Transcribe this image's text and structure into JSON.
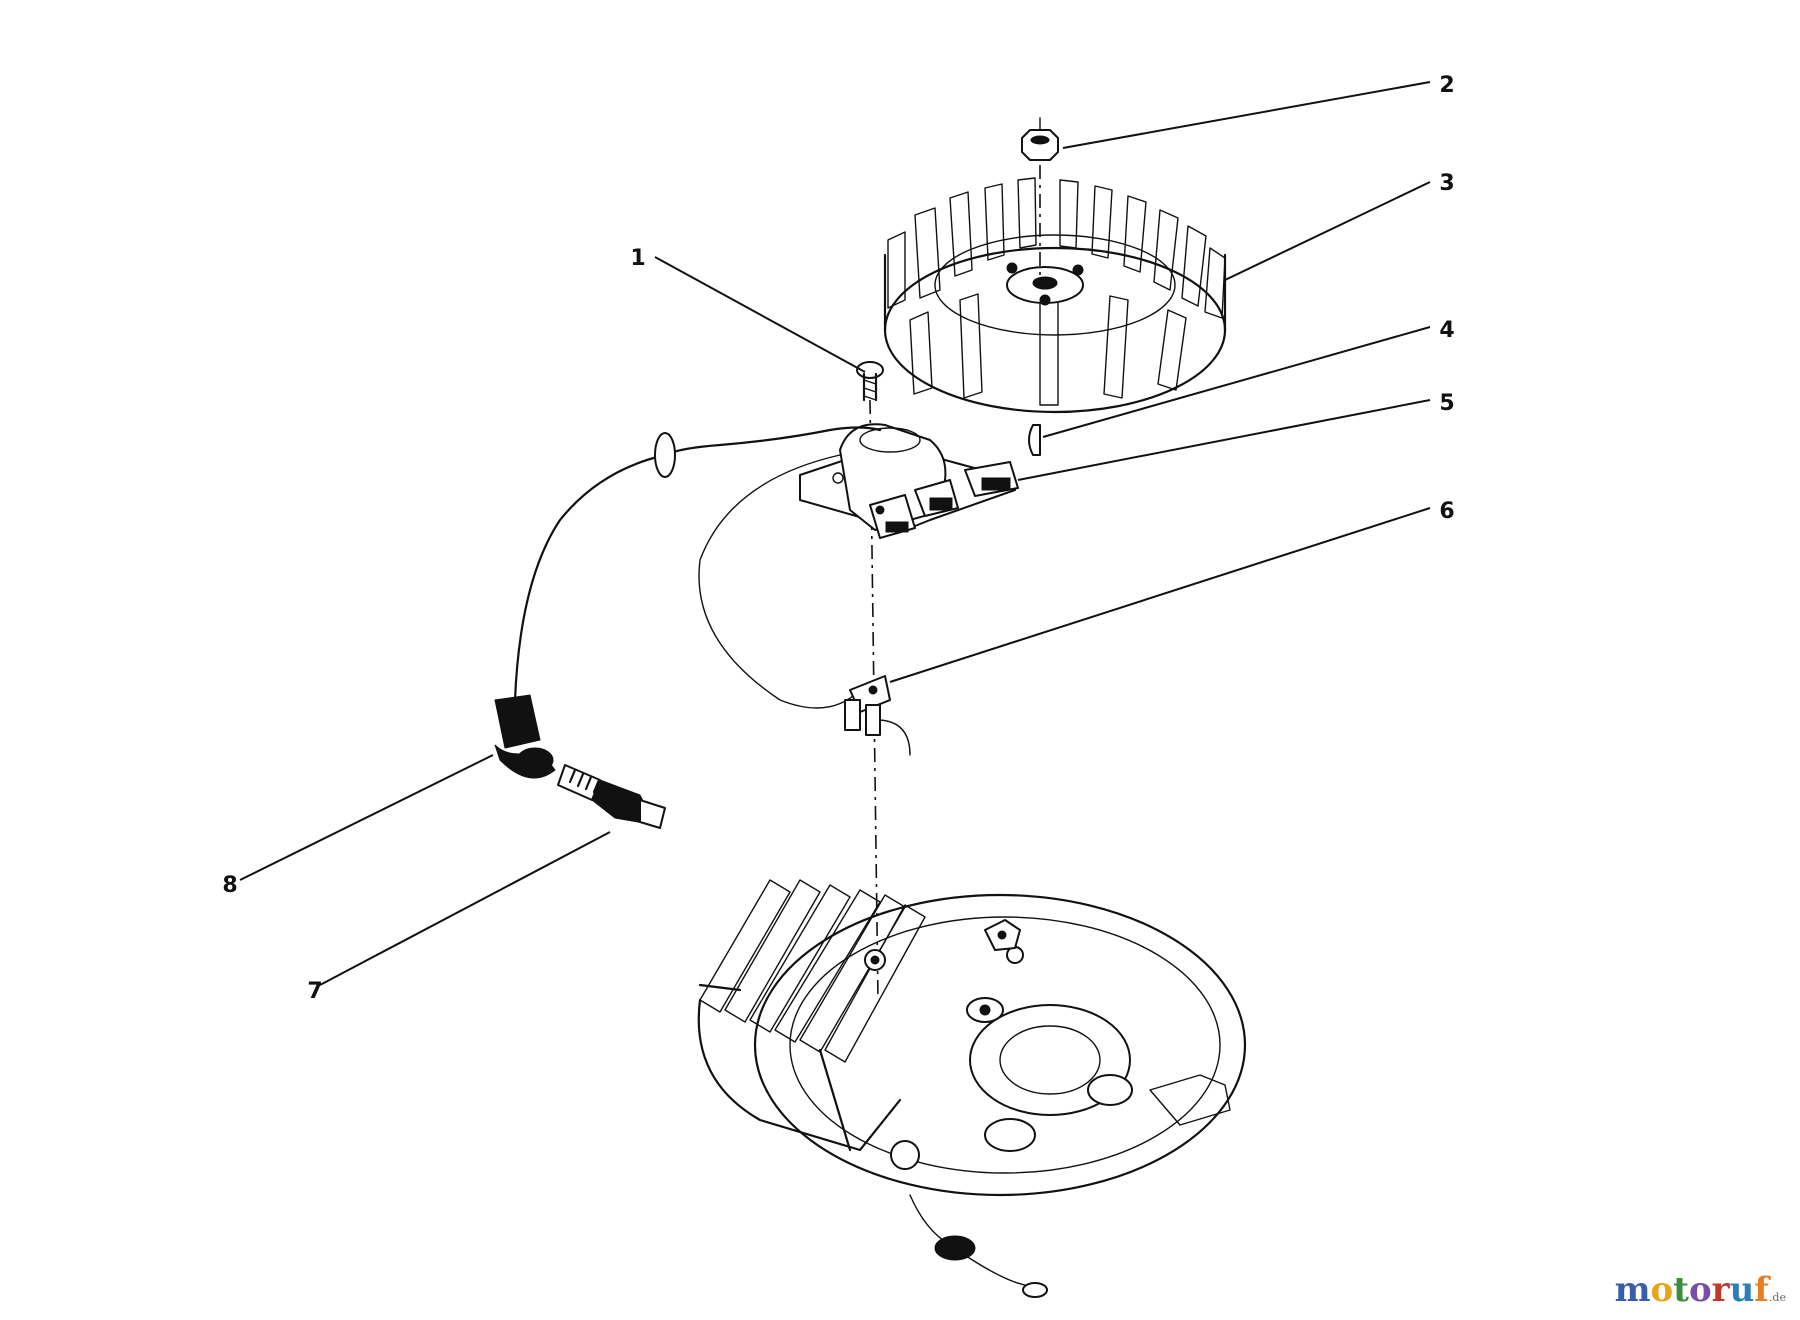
{
  "callouts": [
    {
      "id": "1",
      "label": "1"
    },
    {
      "id": "2",
      "label": "2"
    },
    {
      "id": "3",
      "label": "3"
    },
    {
      "id": "4",
      "label": "4"
    },
    {
      "id": "5",
      "label": "5"
    },
    {
      "id": "6",
      "label": "6"
    },
    {
      "id": "7",
      "label": "7"
    },
    {
      "id": "8",
      "label": "8"
    }
  ],
  "watermark": {
    "letters": [
      "m",
      "o",
      "t",
      "o",
      "r",
      "u",
      "f"
    ],
    "suffix": ".de",
    "colors": [
      "#3a5fa8",
      "#e8a317",
      "#3a8f3a",
      "#7a4ea8",
      "#c0392b",
      "#2c7fb8",
      "#e67e22"
    ]
  }
}
